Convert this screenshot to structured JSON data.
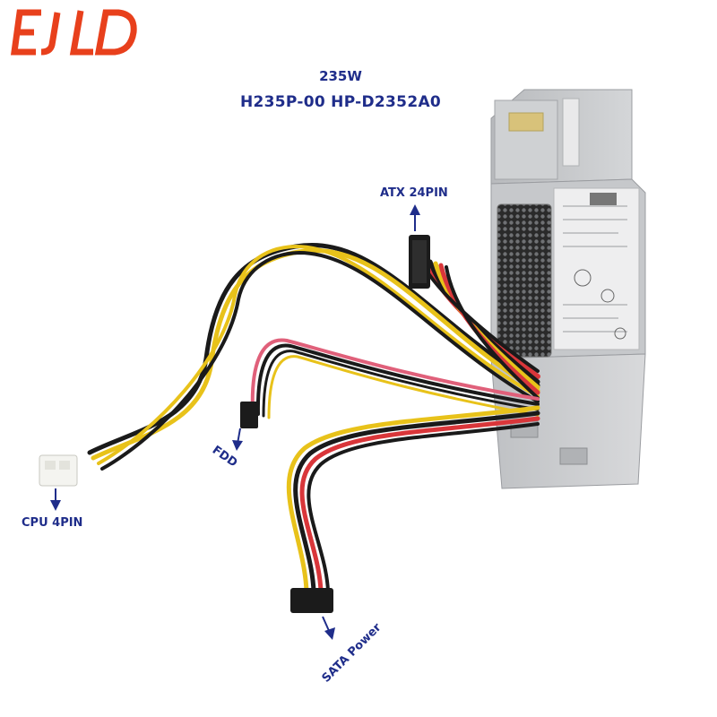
{
  "brand": {
    "logo_text": "EJLD",
    "logo_color": "#e8401c"
  },
  "title": {
    "wattage": "235W",
    "model": "H235P-00 HP-D2352A0"
  },
  "labels": {
    "atx": "ATX 24PIN",
    "fdd": "FDD",
    "cpu": "CPU 4PIN",
    "sata": "SATA Power"
  },
  "colors": {
    "label_text": "#1f2d8a",
    "case": "#c9cbce",
    "wire_yellow": "#e8c21a",
    "wire_black": "#1a1a1a",
    "wire_red": "#d9363a"
  }
}
